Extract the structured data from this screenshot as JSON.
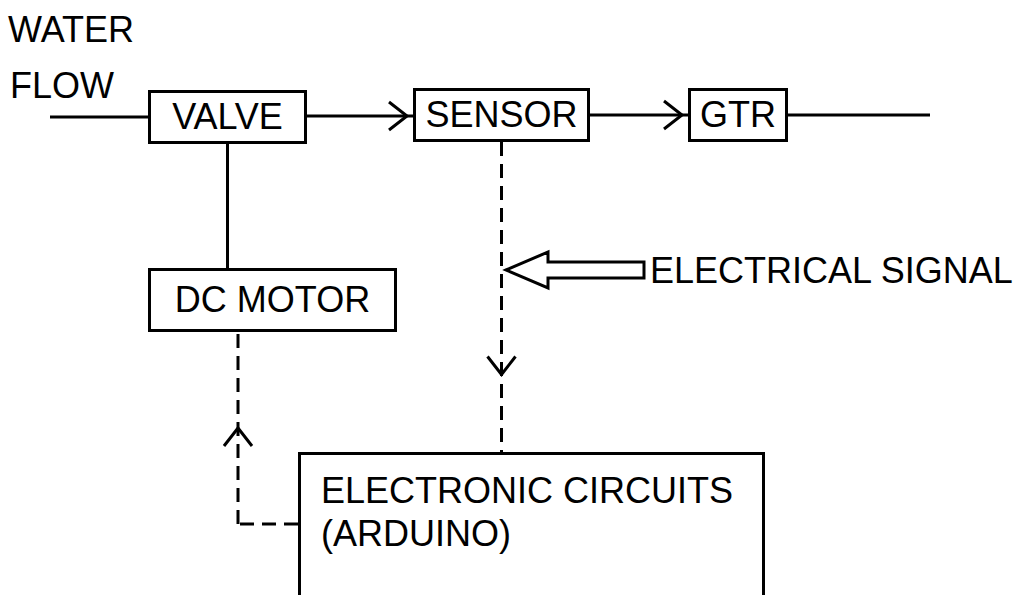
{
  "diagram": {
    "nodes": [
      {
        "text": [
          "VALVE"
        ]
      },
      {
        "text": [
          "SENSOR"
        ]
      },
      {
        "text": [
          "GTR"
        ]
      },
      {
        "text": [
          "DC MOTOR"
        ]
      },
      {
        "text": [
          "ELECTRONIC CIRCUITS (ARDUINO)"
        ]
      }
    ],
    "edges": [
      {
        "from": 0,
        "to": 1,
        "arrow": "to"
      },
      {
        "from": 1,
        "to": 2,
        "arrow": "to"
      },
      {
        "from": 0,
        "to": 3,
        "arrow": "none"
      },
      {
        "from": 1,
        "to": 4,
        "arrow": "to"
      },
      {
        "from": 4,
        "to": 3,
        "arrow": "to"
      }
    ],
    "labels": [
      "WATER",
      "FLOW",
      "ELECTRICAL SIGNAL"
    ]
  }
}
